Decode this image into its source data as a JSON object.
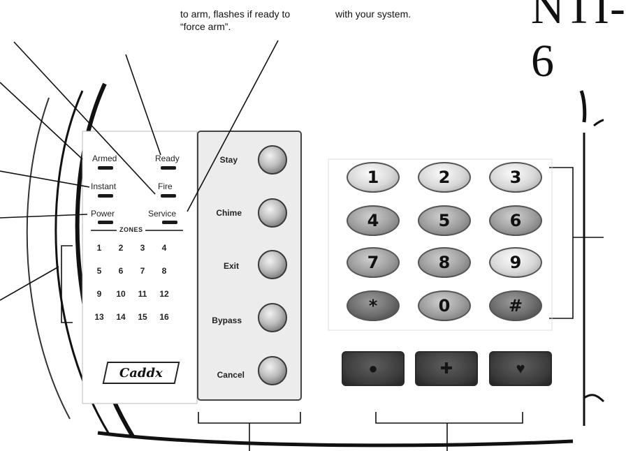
{
  "callouts": {
    "ready_line1": "to arm, flashes if ready to",
    "ready_line2": "“force arm”.",
    "service_line1": "with your system."
  },
  "title_fragment": "NTI-6",
  "status_lights": {
    "armed": "Armed",
    "ready": "Ready",
    "instant": "Instant",
    "fire": "Fire",
    "power": "Power",
    "service": "Service"
  },
  "zones": {
    "title": "ZONES",
    "numbers": [
      "1",
      "2",
      "3",
      "4",
      "5",
      "6",
      "7",
      "8",
      "9",
      "10",
      "11",
      "12",
      "13",
      "14",
      "15",
      "16"
    ]
  },
  "logo_text": "Caddx",
  "function_buttons": [
    "Stay",
    "Chime",
    "Exit",
    "Bypass",
    "Cancel"
  ],
  "keypad_keys": [
    "1",
    "2",
    "3",
    "4",
    "5",
    "6",
    "7",
    "8",
    "9",
    "*",
    "0",
    "#"
  ],
  "panic_keys": [
    {
      "icon": "police-icon"
    },
    {
      "icon": "medical-icon"
    },
    {
      "icon": "fire-icon"
    }
  ]
}
